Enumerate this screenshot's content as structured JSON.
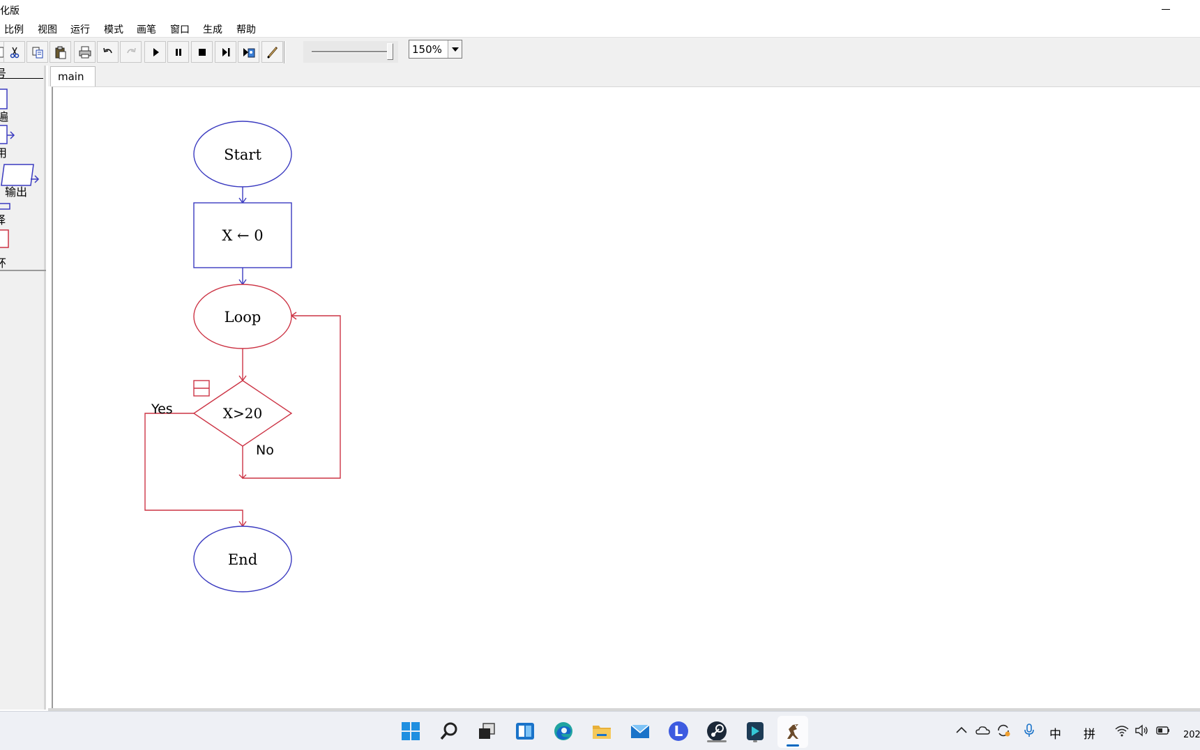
{
  "window": {
    "title": "化版"
  },
  "menu": [
    "比例",
    "视图",
    "运行",
    "模式",
    "画笔",
    "窗口",
    "生成",
    "帮助"
  ],
  "toolbar": {
    "icons": [
      "new-doc-icon",
      "cut-icon",
      "copy-icon",
      "paste-icon",
      "print-icon",
      "undo-icon",
      "redo-icon",
      "play-icon",
      "pause-icon",
      "stop-icon",
      "step-icon",
      "run-to-icon",
      "pen-icon"
    ],
    "zoom_value": "150%"
  },
  "palette": {
    "header": "号",
    "labels": [
      "遍",
      "用",
      "输出",
      "择",
      "环"
    ]
  },
  "tabs": [
    "main"
  ],
  "flowchart": {
    "start": "Start",
    "assign": "X ← 0",
    "loop": "Loop",
    "decision": "X>20",
    "yes": "Yes",
    "no": "No",
    "end": "End"
  },
  "taskbar": {
    "apps": [
      "windows-start-icon",
      "search-icon",
      "task-view-icon",
      "widgets-icon",
      "edge-icon",
      "file-explorer-icon",
      "mail-icon",
      "l-app-icon",
      "steam-icon",
      "stylus-app-icon",
      "raptor-icon"
    ],
    "tray": {
      "ime_mode": "中",
      "ime_pinyin": "拼"
    },
    "clock": "202"
  },
  "colors": {
    "blue": "#3a3ac0",
    "red": "#cc3344"
  }
}
